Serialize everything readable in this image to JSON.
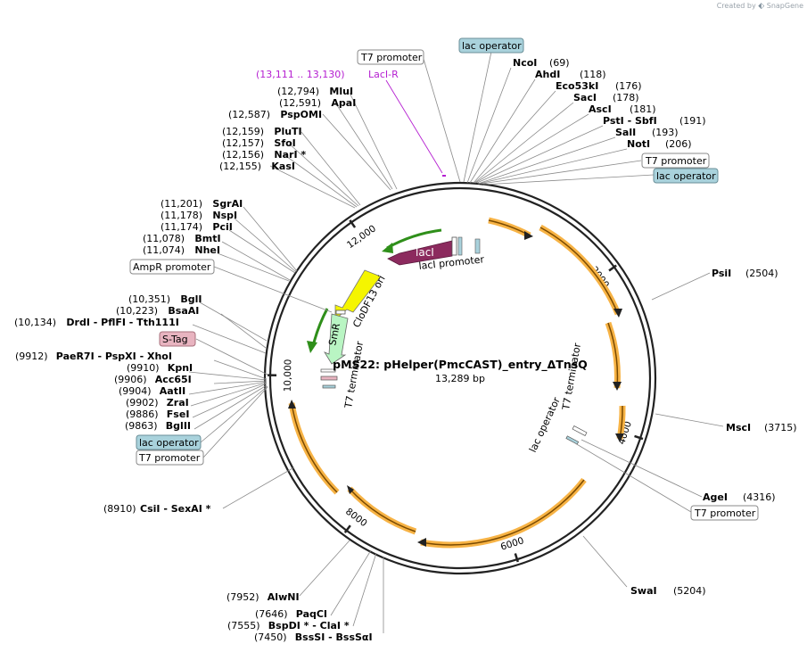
{
  "branding": {
    "created_by": "Created by",
    "product": "SnapGene"
  },
  "plasmid": {
    "name": "pMS22: pHelper(PmcCAST)_entry_ΔTnsQ",
    "length": "13,289 bp"
  },
  "ruler_ticks": [
    "2000",
    "4000",
    "6000",
    "8000",
    "10,000",
    "12,000"
  ],
  "primer": {
    "range": "(13,111 .. 13,130)",
    "name": "LacI-R",
    "color": "#b51fd1"
  },
  "colors": {
    "backbone": "#222222",
    "lacI": "#8c2a5e",
    "cloDF13": "#f5f500",
    "smR": "#b9f5c3",
    "arrow_green": "#2f8f1a",
    "orange_arrow": "#f7b345",
    "lacop_fill": "#a9d2dc",
    "stag_fill": "#e8b4c0"
  },
  "site_labels": {
    "top_left": [
      {
        "pos": "(12,794)",
        "name": "MluI"
      },
      {
        "pos": "(12,591)",
        "name": "ApaI"
      },
      {
        "pos": "(12,587)",
        "name": "PspOMI"
      },
      {
        "pos": "(12,159)",
        "name": "PluTI"
      },
      {
        "pos": "(12,157)",
        "name": "SfoI"
      },
      {
        "pos": "(12,156)",
        "name": "NarI *"
      },
      {
        "pos": "(12,155)",
        "name": "KasI"
      }
    ],
    "top_right": [
      {
        "pos": "(69)",
        "name": "NcoI"
      },
      {
        "pos": "(118)",
        "name": "AhdI"
      },
      {
        "pos": "(176)",
        "name": "Eco53kI"
      },
      {
        "pos": "(178)",
        "name": "SacI"
      },
      {
        "pos": "(181)",
        "name": "AscI"
      },
      {
        "pos": "(191)",
        "name": "PstI  - SbfI"
      },
      {
        "pos": "(193)",
        "name": "SalI"
      },
      {
        "pos": "(206)",
        "name": "NotI"
      }
    ],
    "left_mid": [
      {
        "pos": "(11,201)",
        "name": "SgrAI"
      },
      {
        "pos": "(11,178)",
        "name": "NspI"
      },
      {
        "pos": "(11,174)",
        "name": "PciI"
      },
      {
        "pos": "(11,078)",
        "name": "BmtI"
      },
      {
        "pos": "(11,074)",
        "name": "NheI"
      }
    ],
    "left_low": [
      {
        "pos": "(10,351)",
        "name": "BglI"
      },
      {
        "pos": "(10,223)",
        "name": "BsaAI"
      },
      {
        "pos": "(10,134)",
        "name": "DrdI  - PflFI  - Tth111I"
      }
    ],
    "left_lower": [
      {
        "pos": "(9912)",
        "name": "PaeR7I  - PspXI  - XhoI"
      },
      {
        "pos": "(9910)",
        "name": "KpnI"
      },
      {
        "pos": "(9906)",
        "name": "Acc65I"
      },
      {
        "pos": "(9904)",
        "name": "AatII"
      },
      {
        "pos": "(9902)",
        "name": "ZraI"
      },
      {
        "pos": "(9886)",
        "name": "FseI"
      },
      {
        "pos": "(9863)",
        "name": "BglII"
      }
    ],
    "csi": {
      "pos": "(8910)",
      "name": "CsiI  - SexAI *"
    },
    "bottom": [
      {
        "pos": "(7952)",
        "name": "AlwNI"
      },
      {
        "pos": "(7646)",
        "name": "PaqCI"
      },
      {
        "pos": "(7555)",
        "name": "BspDI *  - ClaI *"
      },
      {
        "pos": "(7450)",
        "name": "BssSI  - BssSαI"
      }
    ],
    "right": [
      {
        "pos": "(2504)",
        "name": "PsiI"
      },
      {
        "pos": "(3715)",
        "name": "MscI"
      },
      {
        "pos": "(4316)",
        "name": "AgeI"
      },
      {
        "pos": "(5204)",
        "name": "SwaI"
      }
    ]
  },
  "boxed_features": {
    "t7_top": "T7 promoter",
    "lacop_top": "lac operator",
    "t7_right1": "T7 promoter",
    "lacop_right1": "lac operator",
    "ampr": "AmpR promoter",
    "stag": "S-Tag",
    "lacop_left": "lac operator",
    "t7_left": "T7 promoter",
    "t7_right2": "T7 promoter"
  },
  "inner_features": {
    "lacI": "lacI",
    "lacI_promoter": "lacI promoter",
    "cloDF13": "CloDF13 ori",
    "smR": "SmR",
    "t7_term_left": "T7 terminator",
    "t7_term_right": "T7 terminator",
    "lac_op_inner": "lac operator"
  }
}
